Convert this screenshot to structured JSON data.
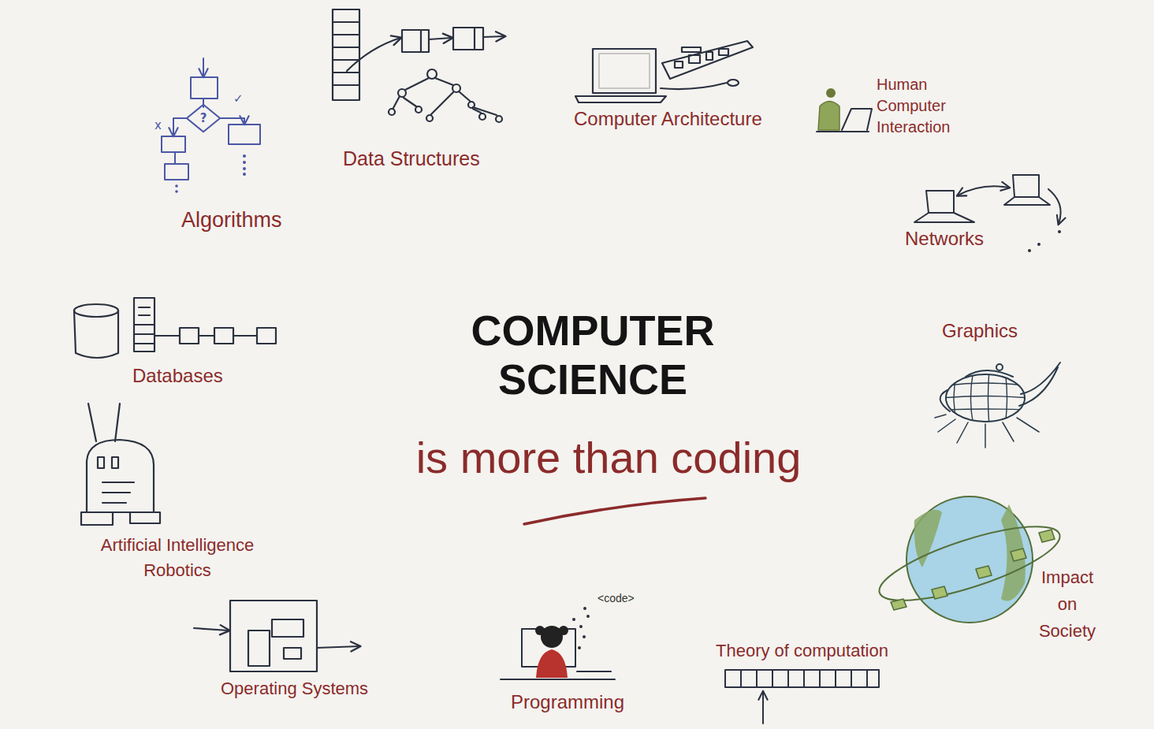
{
  "diagram": {
    "title": "COMPUTER SCIENCE",
    "caption": "is more than coding",
    "nodes": [
      {
        "text": [
          "?"
        ]
      }
    ],
    "labels": [
      "Algorithms",
      "Data Structures",
      "Computer Architecture",
      "Human Computer Interaction",
      "Networks",
      "Graphics",
      "Databases",
      "Artificial Intelligence Robotics",
      "Operating Systems",
      "Programming",
      "<code>",
      "Theory of computation",
      "Impact on Society",
      "x",
      "✓"
    ]
  }
}
